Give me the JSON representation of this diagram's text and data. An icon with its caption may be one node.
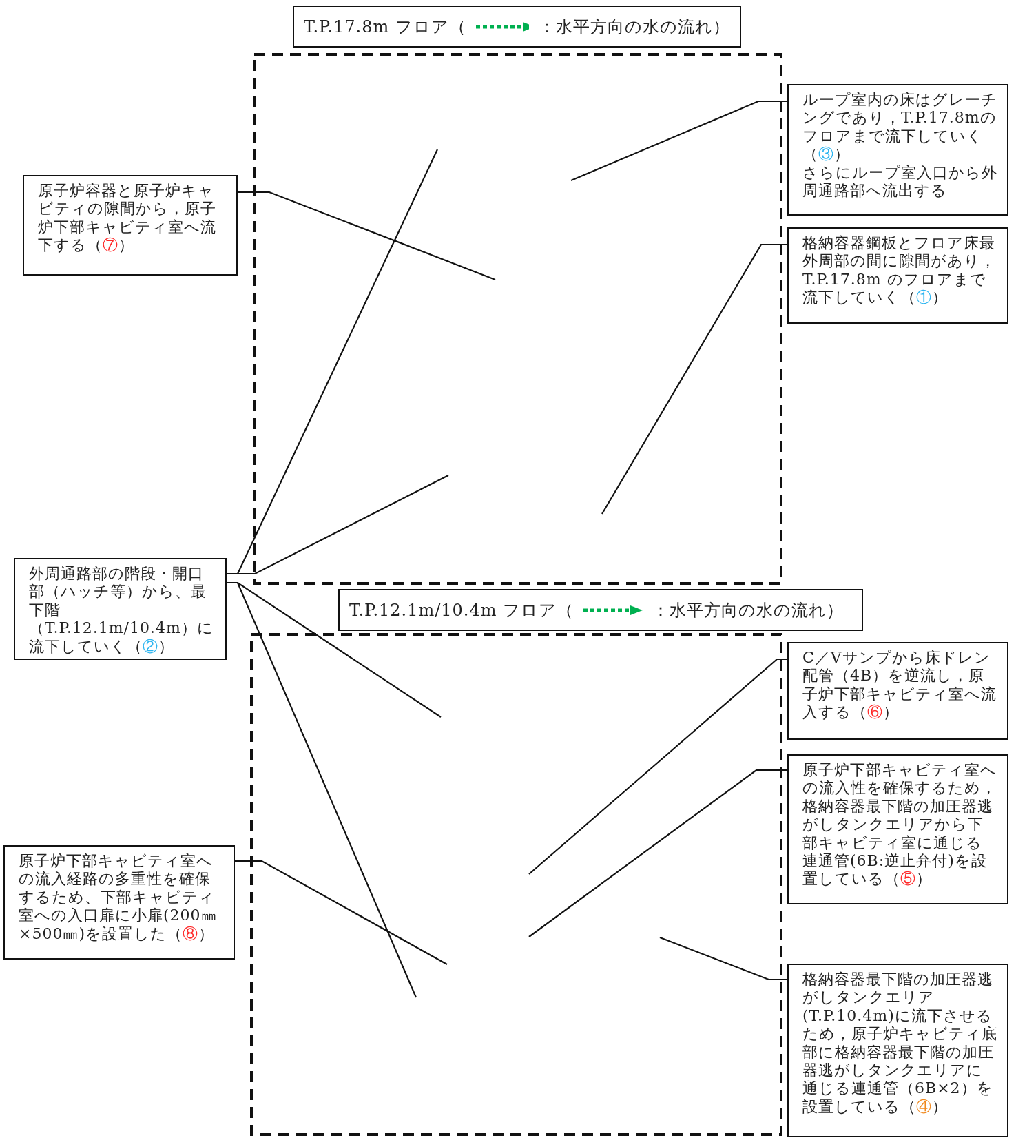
{
  "diagram": {
    "nodes": [
      {
        "text": [
          "T.P.17.8m フロア（",
          "：水平方向の水の流れ）"
        ]
      },
      {
        "text": [
          "ループ室内の床はグレーチングであり，T.P.17.8mのフロアまで流下していく（③）",
          "さらにループ室入口から外周通路部へ流出する"
        ]
      },
      {
        "text": [
          "原子炉容器と原子炉キャビティの隙間から，原子炉下部キャビティ室へ流下する（⑦）"
        ]
      },
      {
        "text": [
          "格納容器鋼板とフロア床最外周部の間に隙間があり，T.P.17.8m のフロアまで流下していく（①）"
        ]
      },
      {
        "text": [
          "外周通路部の階段・開口部（ハッチ等）から、最下階（T.P.12.1m/10.4m）に流下していく（②）"
        ]
      },
      {
        "text": [
          "T.P.12.1m/10.4m フロア（",
          "：水平方向の水の流れ）"
        ]
      },
      {
        "text": [
          "C／Vサンプから床ドレン配管（4B）を逆流し，原子炉下部キャビティ室へ流入する（⑥）"
        ]
      },
      {
        "text": [
          "原子炉下部キャビティ室への流入性を確保するため，格納容器最下階の加圧器逃がしタンクエリアから下部キャビティ室に通じる連通管(6B:逆止弁付)を設置している（⑤）"
        ]
      },
      {
        "text": [
          "原子炉下部キャビティ室への流入経路の多重性を確保するため、下部キャビティ室への入口扉に小扉(200㎜×500㎜)を設置した（⑧）"
        ]
      },
      {
        "text": [
          "格納容器最下階の加圧器逃がしタンクエリア(T.P.10.4m)に流下させるため，原子炉キャビティ底部に格納容器最下階の加圧器逃がしタンクエリアに通じる連通管（6B×2）を設置している（④）"
        ]
      }
    ],
    "edges": [
      {
        "from": 1,
        "to": null,
        "arrow": "none"
      },
      {
        "from": 2,
        "to": null,
        "arrow": "none"
      },
      {
        "from": 3,
        "to": null,
        "arrow": "none"
      },
      {
        "from": 4,
        "to": null,
        "arrow": "none"
      },
      {
        "from": 4,
        "to": null,
        "arrow": "none"
      },
      {
        "from": 4,
        "to": null,
        "arrow": "none"
      },
      {
        "from": 4,
        "to": null,
        "arrow": "none"
      },
      {
        "from": 6,
        "to": null,
        "arrow": "none"
      },
      {
        "from": 7,
        "to": null,
        "arrow": "none"
      },
      {
        "from": 8,
        "to": null,
        "arrow": "none"
      },
      {
        "from": 9,
        "to": null,
        "arrow": "none"
      }
    ]
  }
}
